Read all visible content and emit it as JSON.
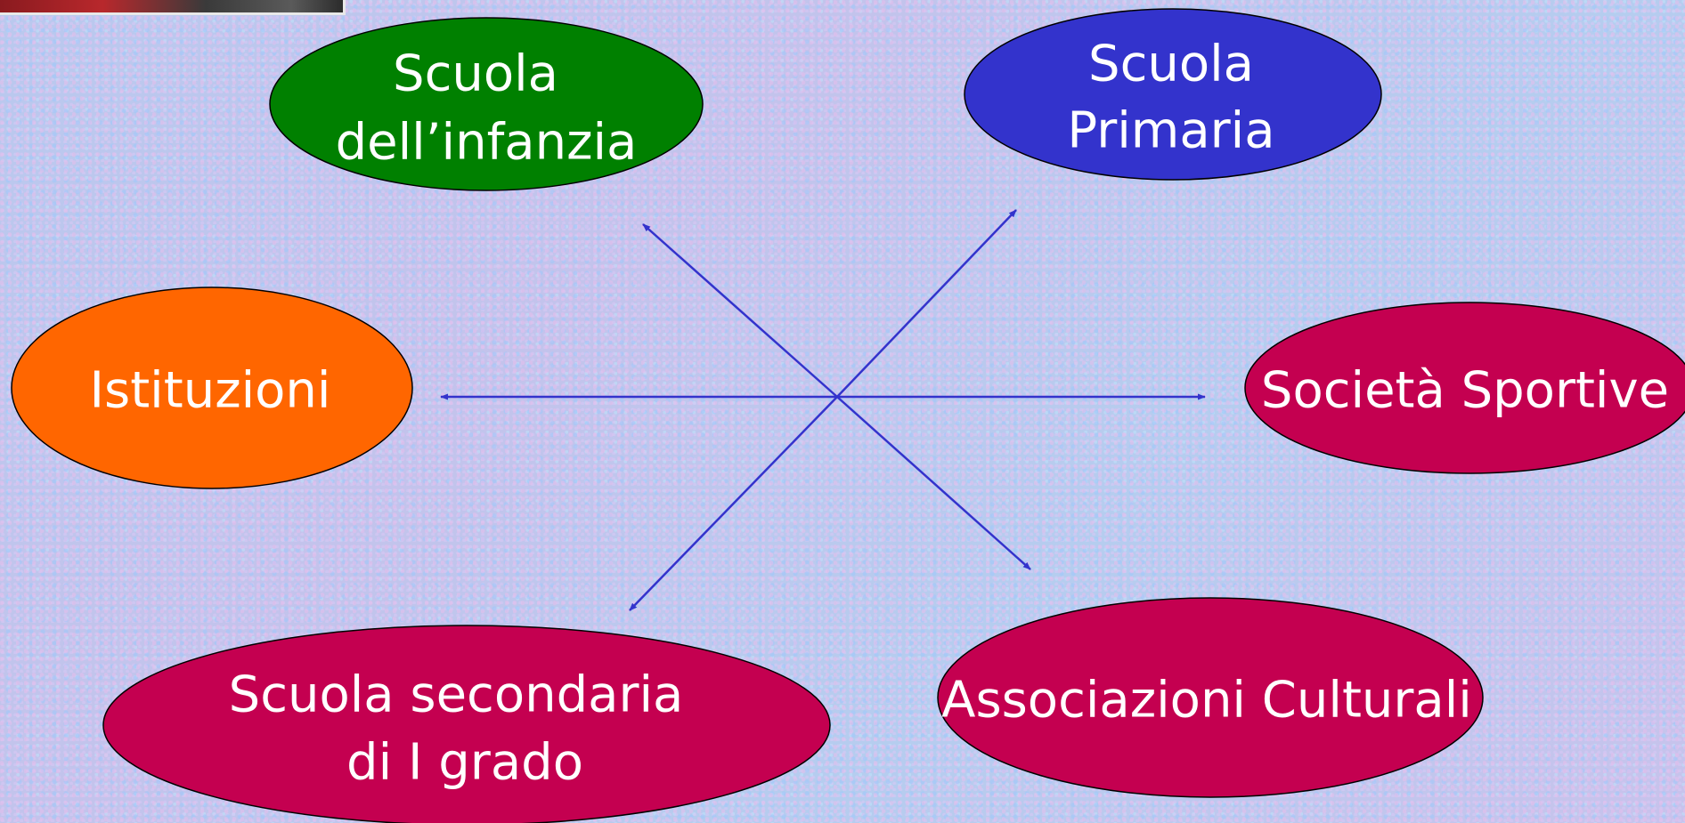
{
  "nodes": [
    {
      "id": "infanzia",
      "lines": [
        "Scuola",
        "dell’infanzia"
      ],
      "color": "#008000"
    },
    {
      "id": "primaria",
      "lines": [
        "Scuola",
        "Primaria"
      ],
      "color": "#3333cc"
    },
    {
      "id": "istituzioni",
      "lines": [
        "Istituzioni"
      ],
      "color": "#ff6600"
    },
    {
      "id": "societa",
      "lines": [
        "Società Sportive"
      ],
      "color": "#c40050"
    },
    {
      "id": "secondaria",
      "lines": [
        "Scuola secondaria",
        "di I grado"
      ],
      "color": "#c40050"
    },
    {
      "id": "associazioni",
      "lines": [
        "Associazioni Culturali"
      ],
      "color": "#c40050"
    }
  ],
  "arrow_color": "#3333cc"
}
